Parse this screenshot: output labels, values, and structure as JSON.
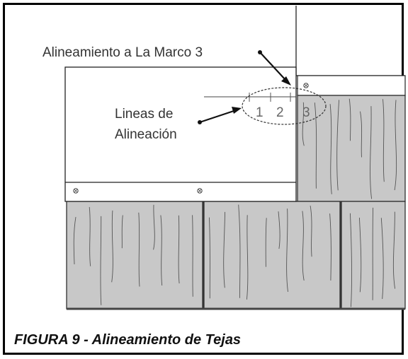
{
  "labels": {
    "alignment_to_mark": "Alineamiento a La Marco 3",
    "alignment_lines_line1": "Lineas de",
    "alignment_lines_line2": "Alineación",
    "mark_1": "1",
    "mark_2": "2",
    "mark_3": "3"
  },
  "caption": "FIGURA 9 - Alineamiento de Tejas",
  "colors": {
    "shingle_fill": "#c8c8c8",
    "grain_stroke": "#555555",
    "outline": "#222222",
    "nail_head": "#444444",
    "border": "#000000"
  }
}
